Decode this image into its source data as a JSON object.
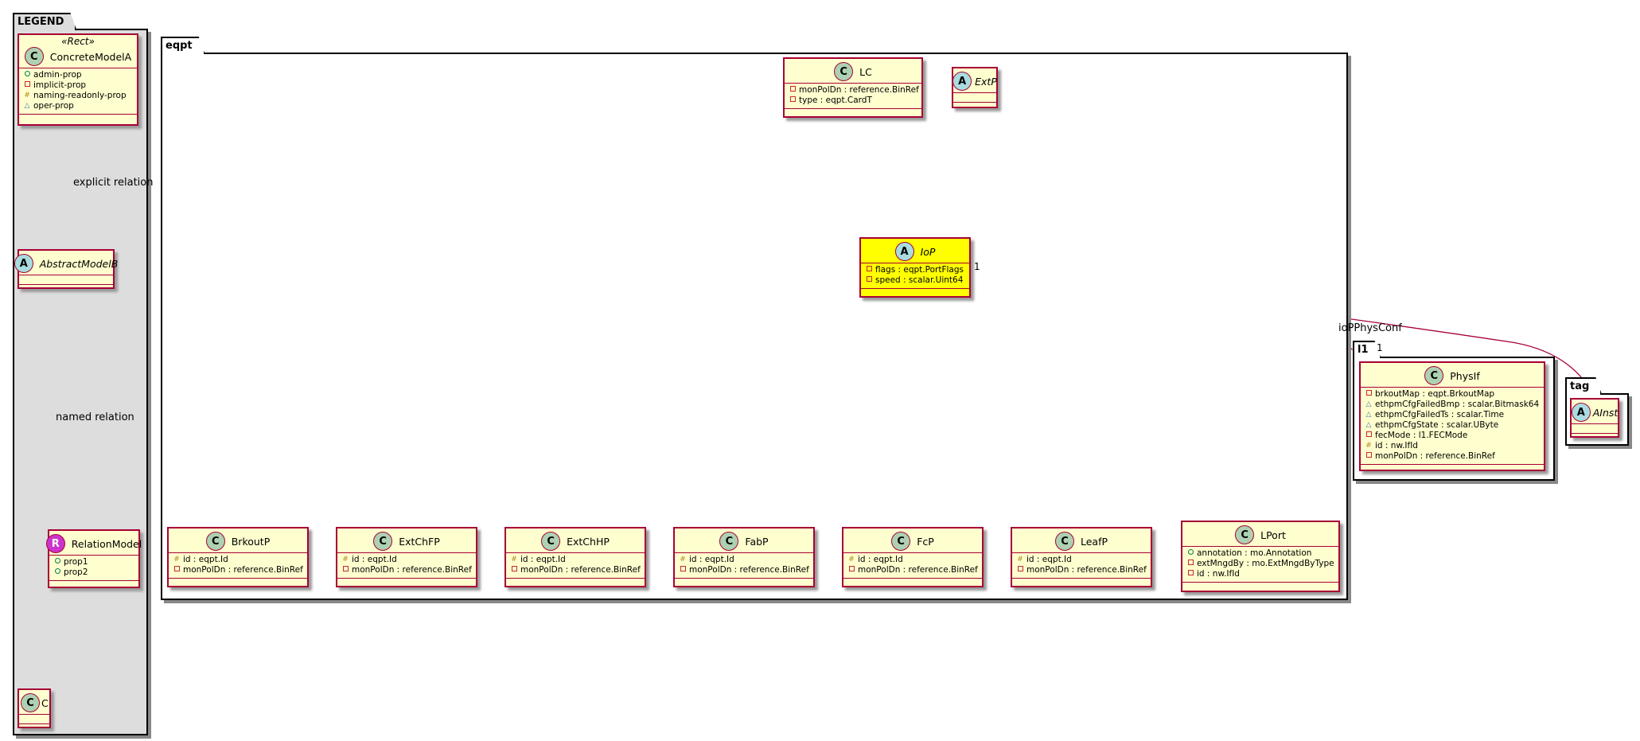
{
  "packages": {
    "legend": "LEGEND",
    "eqpt": "eqpt",
    "l1": "l1",
    "tag": "tag"
  },
  "legend": {
    "concrete": {
      "stereotype": "«Rect»",
      "name": "ConcreteModelA",
      "attrs": [
        "admin-prop",
        "implicit-prop",
        "naming-readonly-prop",
        "oper-prop"
      ]
    },
    "abstract": {
      "name": "AbstractModelB"
    },
    "relation": {
      "name": "RelationModel",
      "attrs": [
        "prop1",
        "prop2"
      ]
    },
    "c": {
      "name": "C"
    },
    "explicit_label": "explicit relation",
    "named_label": "named relation"
  },
  "eqpt": {
    "lc": {
      "name": "LC",
      "attrs": [
        "monPolDn : reference.BinRef",
        "type : eqpt.CardT"
      ]
    },
    "extp": {
      "name": "ExtP"
    },
    "iop": {
      "name": "IoP",
      "attrs": [
        "flags : eqpt.PortFlags",
        "speed : scalar.Uint64"
      ]
    },
    "brkoutp": {
      "name": "BrkoutP",
      "attrs": [
        "id : eqpt.Id",
        "monPolDn : reference.BinRef"
      ]
    },
    "extchfp": {
      "name": "ExtChFP",
      "attrs": [
        "id : eqpt.Id",
        "monPolDn : reference.BinRef"
      ]
    },
    "extchhp": {
      "name": "ExtChHP",
      "attrs": [
        "id : eqpt.Id",
        "monPolDn : reference.BinRef"
      ]
    },
    "fabp": {
      "name": "FabP",
      "attrs": [
        "id : eqpt.Id",
        "monPolDn : reference.BinRef"
      ]
    },
    "fcp": {
      "name": "FcP",
      "attrs": [
        "id : eqpt.Id",
        "monPolDn : reference.BinRef"
      ]
    },
    "leafp": {
      "name": "LeafP",
      "attrs": [
        "id : eqpt.Id",
        "monPolDn : reference.BinRef"
      ]
    },
    "lport": {
      "name": "LPort",
      "attrs": [
        "annotation : mo.Annotation",
        "extMngdBy : mo.ExtMngdByType",
        "id : nw.IfId"
      ]
    }
  },
  "l1": {
    "physif": {
      "name": "PhysIf",
      "attrs": [
        "brkoutMap : eqpt.BrkoutMap",
        "ethpmCfgFailedBmp : scalar.Bitmask64",
        "ethpmCfgFailedTs : scalar.Time",
        "ethpmCfgState : scalar.UByte",
        "fecMode : l1.FECMode",
        "id : nw.IfId",
        "monPolDn : reference.BinRef"
      ]
    }
  },
  "tag": {
    "ainst": {
      "name": "AInst"
    }
  },
  "relations": {
    "iop_physconf_label": "ioPPhysConf",
    "mult_src": "1",
    "mult_dst": "1"
  },
  "colors": {
    "line": "#a80036",
    "class_fill": "#fefece",
    "highlight": "#ffff00",
    "legend_bg": "#dddddd"
  }
}
